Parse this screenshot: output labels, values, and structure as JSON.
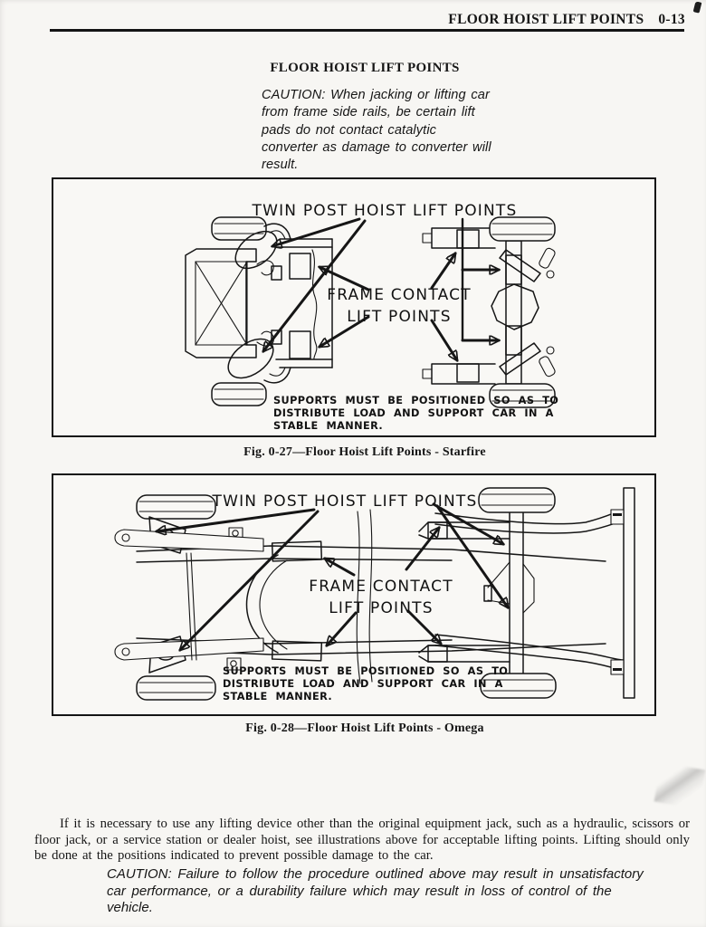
{
  "header": {
    "title": "FLOOR HOIST LIFT POINTS",
    "page_number": "0-13"
  },
  "section_title": "FLOOR HOIST LIFT POINTS",
  "caution_top": "CAUTION: When jacking or lifting car from frame side rails, be certain lift pads do not contact catalytic converter as damage to converter will result.",
  "figure1": {
    "caption": "Fig. 0-27—Floor Hoist Lift Points - Starfire",
    "labels": {
      "twin_post": "TWIN POST HOIST LIFT POINTS",
      "frame_contact_line1": "FRAME CONTACT",
      "frame_contact_line2": "LIFT POINTS",
      "note_line1": "SUPPORTS MUST BE POSITIONED SO AS TO",
      "note_line2": "DISTRIBUTE LOAD AND SUPPORT CAR IN A",
      "note_line3": "STABLE MANNER."
    }
  },
  "figure2": {
    "caption": "Fig. 0-28—Floor Hoist Lift Points - Omega",
    "labels": {
      "twin_post": "TWIN POST HOIST LIFT POINTS",
      "frame_contact_line1": "FRAME CONTACT",
      "frame_contact_line2": "LIFT POINTS",
      "note_line1": "SUPPORTS MUST BE POSITIONED SO AS TO",
      "note_line2": "DISTRIBUTE LOAD AND SUPPORT CAR IN A",
      "note_line3": "STABLE MANNER."
    }
  },
  "body_paragraph": "If it is necessary to use any lifting device other than the original equipment jack, such as a hydraulic, scissors or floor jack, or a service station or dealer hoist, see illustrations above for acceptable lifting points. Lifting should only be done at the positions indicated to prevent possible damage to the car.",
  "caution_bottom": "CAUTION: Failure to follow the procedure outlined above may result in unsatisfactory car performance, or a durability failure which may result in loss of control of the vehicle.",
  "colors": {
    "ink": "#161616",
    "paper": "#f7f6f3"
  }
}
